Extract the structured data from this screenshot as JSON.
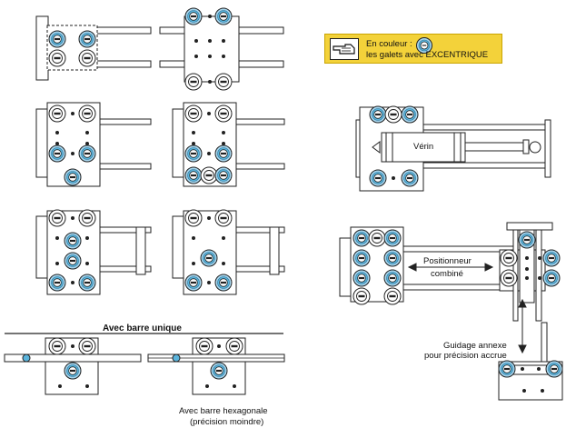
{
  "legend": {
    "line1": "En couleur :",
    "line2": "les galets avec EXCENTRIQUE",
    "hand": "pointing-hand-icon"
  },
  "labels": {
    "verin": "Vérin",
    "positionneur_1": "Positionneur",
    "positionneur_2": "combiné",
    "barre_unique": "Avec barre unique",
    "hexa_1": "Avec barre hexagonale",
    "hexa_2": "(précision moindre)",
    "guidage_1": "Guidage annexe",
    "guidage_2": "pour précision accrue"
  },
  "colors": {
    "eccentric": "#5ab4dc",
    "eccentric_ring": "#a7d6ee",
    "legend_bg": "#f3d23a",
    "line": "#222222"
  }
}
